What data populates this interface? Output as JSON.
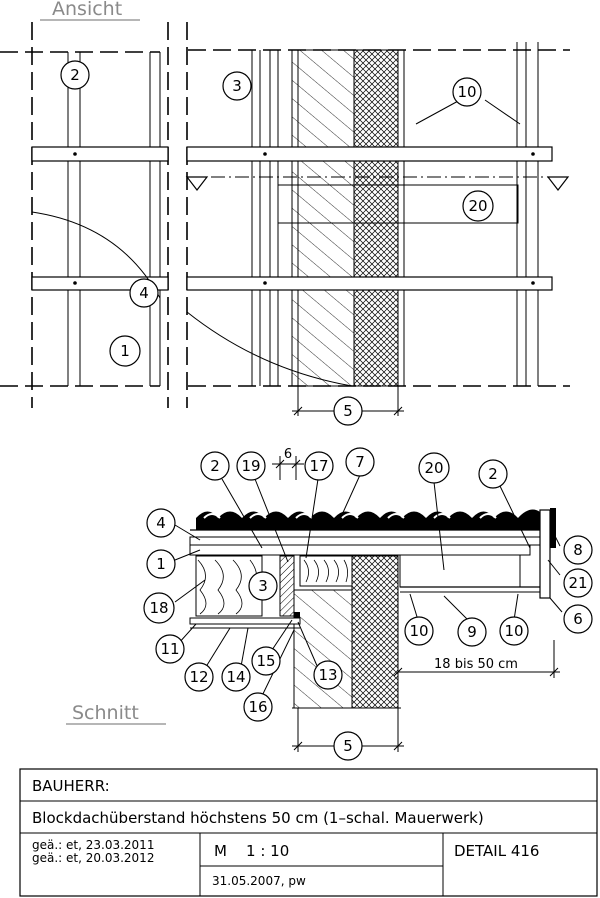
{
  "views": {
    "elevation_title": "Ansicht",
    "section_title": "Schnitt"
  },
  "elevation_markers": [
    "2",
    "3",
    "10",
    "20",
    "4",
    "1"
  ],
  "elevation_dimension": "5",
  "section_markers": [
    "2",
    "19",
    "17",
    "7",
    "20",
    "2",
    "4",
    "1",
    "3",
    "18",
    "8",
    "21",
    "6",
    "11",
    "12",
    "14",
    "15",
    "13",
    "16",
    "10",
    "9",
    "10"
  ],
  "section_dimension_top": "6",
  "section_dimension_span": "18 bis 50 cm",
  "section_dimension_bottom": "5",
  "title_block": {
    "client_label": "BAUHERR:",
    "description": "Blockdachüberstand höchstens 50 cm (1–schal. Mauerwerk)",
    "revision_1": "geä.: et, 23.03.2011",
    "revision_2": "geä.: et, 20.03.2012",
    "scale": "M    1 : 10",
    "date": "31.05.2007, pw",
    "detail": "DETAIL 416"
  }
}
